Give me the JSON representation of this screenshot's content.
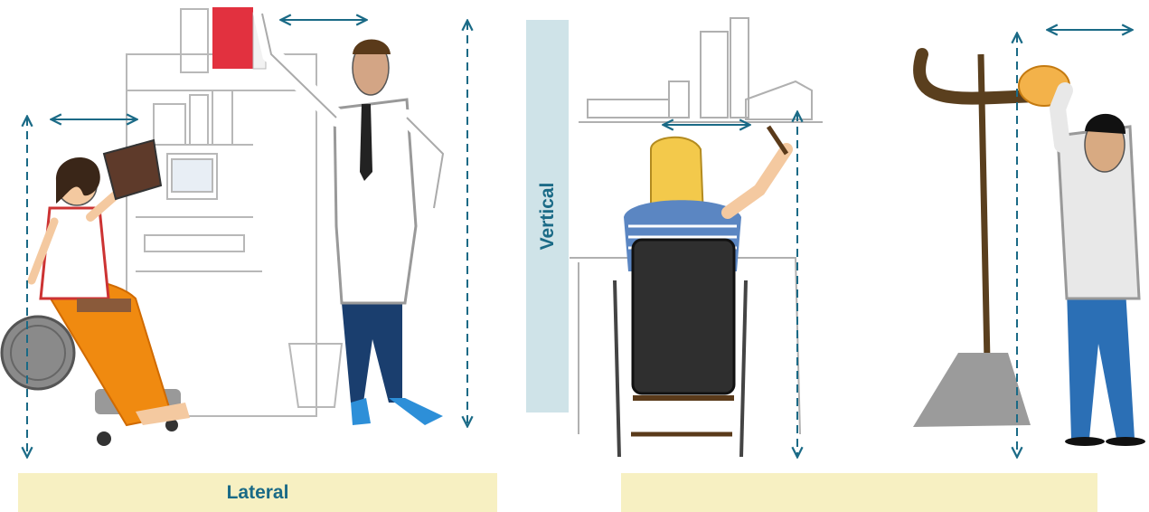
{
  "labels": {
    "lateral": "Lateral",
    "vertical": "Vertical",
    "bottom_right": ""
  },
  "colors": {
    "arrow": "#1a6a86",
    "label_bar": "#f7f0c2",
    "vertical_bar": "#cfe3e8"
  },
  "illustrations": [
    "woman-in-wheelchair-reaching-book",
    "man-reaching-red-binder",
    "man-in-wheelchair-reaching-shelf",
    "man-reaching-hat-on-coat-stand"
  ]
}
